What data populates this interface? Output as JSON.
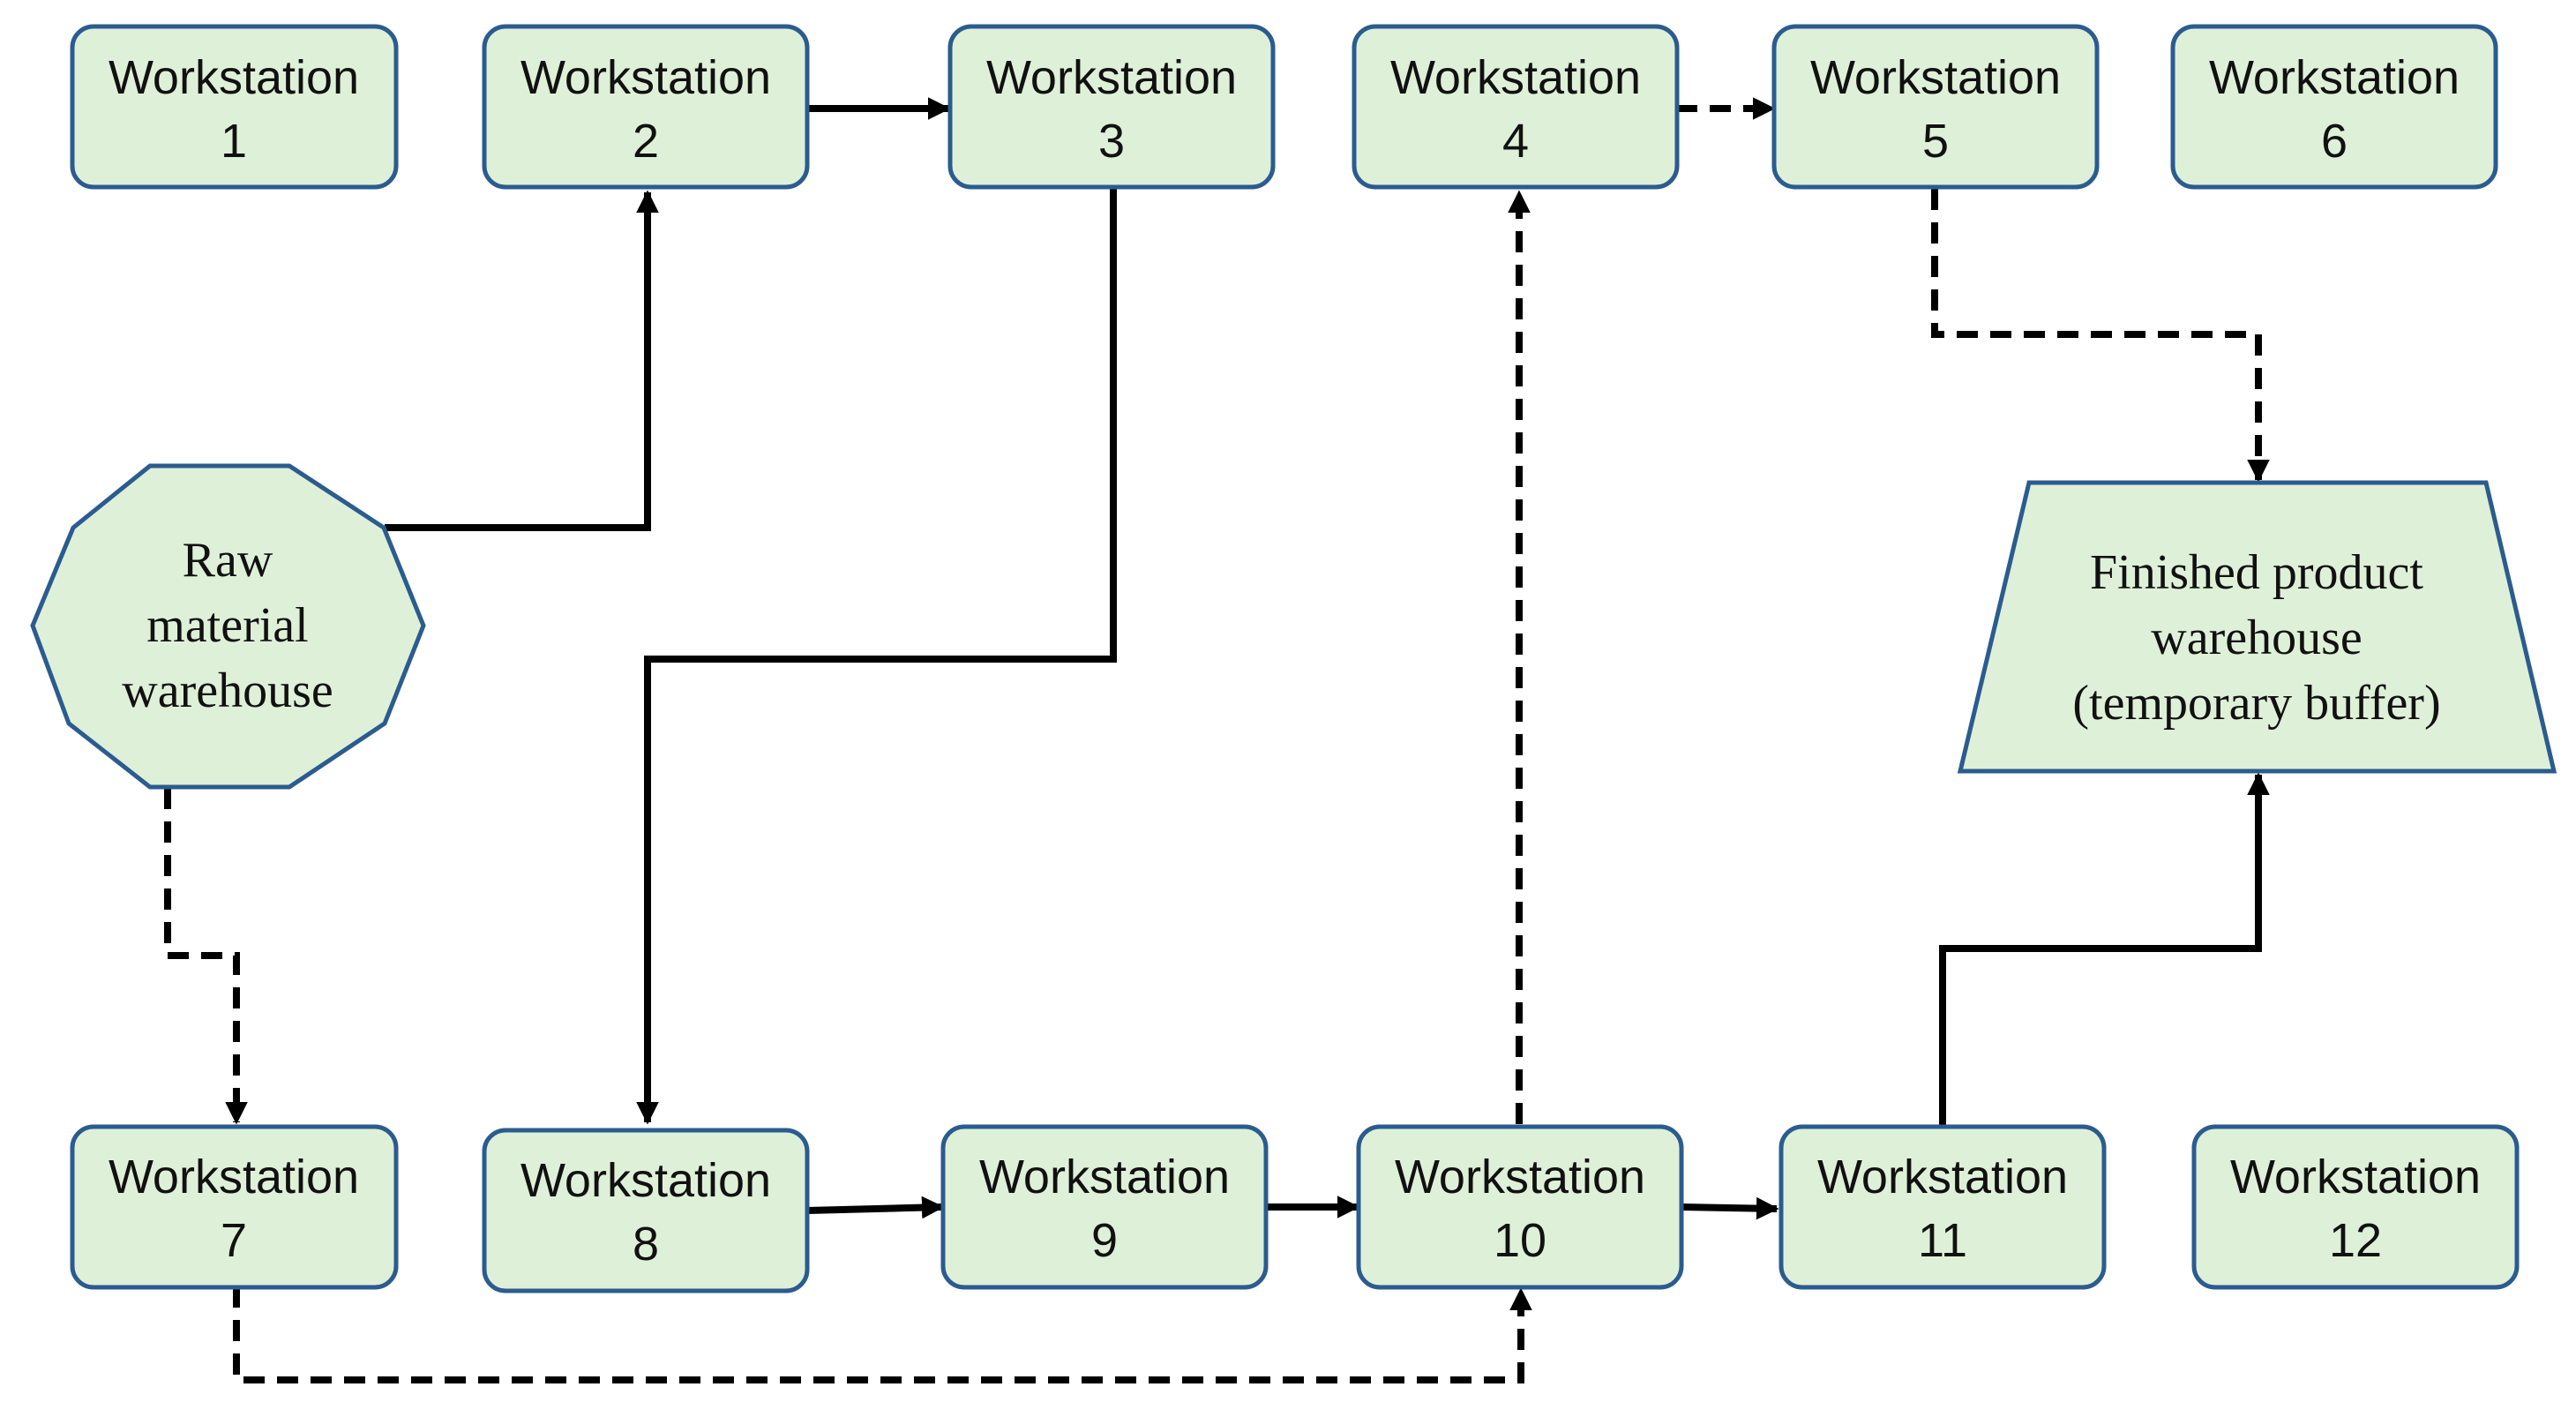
{
  "workstations": [
    {
      "line1": "Workstation",
      "line2": "1"
    },
    {
      "line1": "Workstation",
      "line2": "2"
    },
    {
      "line1": "Workstation",
      "line2": "3"
    },
    {
      "line1": "Workstation",
      "line2": "4"
    },
    {
      "line1": "Workstation",
      "line2": "5"
    },
    {
      "line1": "Workstation",
      "line2": "6"
    },
    {
      "line1": "Workstation",
      "line2": "7"
    },
    {
      "line1": "Workstation",
      "line2": "8"
    },
    {
      "line1": "Workstation",
      "line2": "9"
    },
    {
      "line1": "Workstation",
      "line2": "10"
    },
    {
      "line1": "Workstation",
      "line2": "11"
    },
    {
      "line1": "Workstation",
      "line2": "12"
    }
  ],
  "raw_material_warehouse": {
    "lines": [
      "Raw",
      "material",
      "warehouse"
    ]
  },
  "finished_product_warehouse": {
    "lines": [
      "Finished product",
      "warehouse",
      "(temporary buffer)"
    ]
  },
  "flows": [
    {
      "from": "Raw material warehouse",
      "to": "Workstation 2",
      "style": "solid"
    },
    {
      "from": "Workstation 2",
      "to": "Workstation 3",
      "style": "solid"
    },
    {
      "from": "Workstation 3",
      "to": "Workstation 8",
      "style": "solid"
    },
    {
      "from": "Workstation 8",
      "to": "Workstation 9",
      "style": "solid"
    },
    {
      "from": "Workstation 9",
      "to": "Workstation 10",
      "style": "solid"
    },
    {
      "from": "Workstation 10",
      "to": "Workstation 11",
      "style": "solid"
    },
    {
      "from": "Workstation 11",
      "to": "Finished product warehouse",
      "style": "solid"
    },
    {
      "from": "Raw material warehouse",
      "to": "Workstation 7",
      "style": "dashed"
    },
    {
      "from": "Workstation 7",
      "to": "Workstation 10",
      "style": "dashed"
    },
    {
      "from": "Workstation 10",
      "to": "Workstation 4",
      "style": "dashed"
    },
    {
      "from": "Workstation 4",
      "to": "Workstation 5",
      "style": "dashed"
    },
    {
      "from": "Workstation 5",
      "to": "Finished product warehouse",
      "style": "dashed"
    }
  ],
  "colors": {
    "box_fill": "#dff0d8",
    "box_stroke": "#2b5c8f",
    "arrow": "#000000"
  }
}
